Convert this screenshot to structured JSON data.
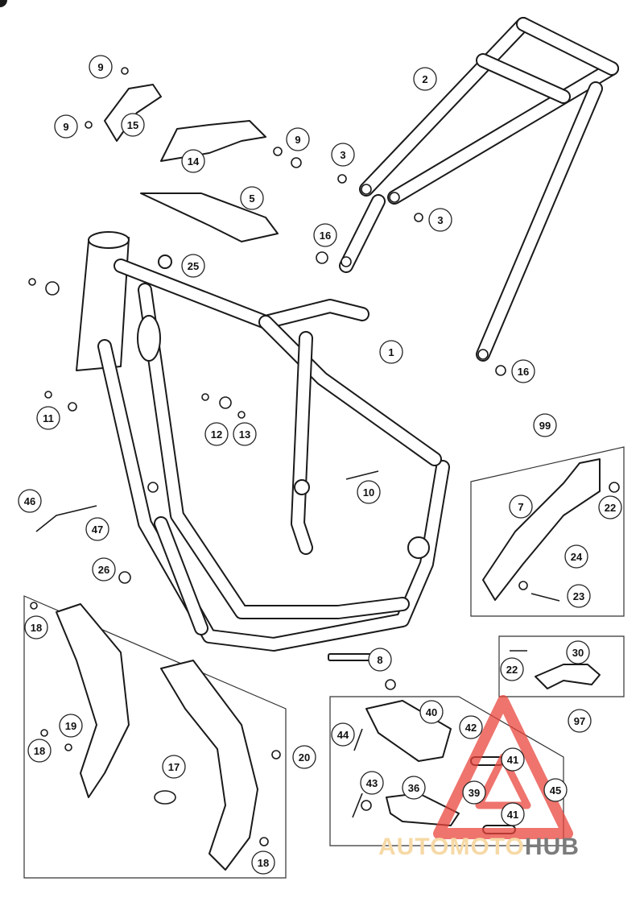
{
  "callouts": [
    {
      "id": "c-9a",
      "label": "9"
    },
    {
      "id": "c-2",
      "label": "2"
    },
    {
      "id": "c-9b",
      "label": "9"
    },
    {
      "id": "c-15",
      "label": "15"
    },
    {
      "id": "c-14",
      "label": "14"
    },
    {
      "id": "c-9c",
      "label": "9"
    },
    {
      "id": "c-3a",
      "label": "3"
    },
    {
      "id": "c-5",
      "label": "5"
    },
    {
      "id": "c-3b",
      "label": "3"
    },
    {
      "id": "c-16a",
      "label": "16"
    },
    {
      "id": "c-25",
      "label": "25"
    },
    {
      "id": "c-1",
      "label": "1"
    },
    {
      "id": "c-16b",
      "label": "16"
    },
    {
      "id": "c-11",
      "label": "11"
    },
    {
      "id": "c-12",
      "label": "12"
    },
    {
      "id": "c-13",
      "label": "13"
    },
    {
      "id": "c-99",
      "label": "99"
    },
    {
      "id": "c-10",
      "label": "10"
    },
    {
      "id": "c-7",
      "label": "7"
    },
    {
      "id": "c-22a",
      "label": "22"
    },
    {
      "id": "c-46",
      "label": "46"
    },
    {
      "id": "c-47",
      "label": "47"
    },
    {
      "id": "c-24",
      "label": "24"
    },
    {
      "id": "c-26",
      "label": "26"
    },
    {
      "id": "c-23",
      "label": "23"
    },
    {
      "id": "c-18a",
      "label": "18"
    },
    {
      "id": "c-8",
      "label": "8"
    },
    {
      "id": "c-30",
      "label": "30"
    },
    {
      "id": "c-22b",
      "label": "22"
    },
    {
      "id": "c-97",
      "label": "97"
    },
    {
      "id": "c-40",
      "label": "40"
    },
    {
      "id": "c-19",
      "label": "19"
    },
    {
      "id": "c-44",
      "label": "44"
    },
    {
      "id": "c-42",
      "label": "42"
    },
    {
      "id": "c-18b",
      "label": "18"
    },
    {
      "id": "c-20",
      "label": "20"
    },
    {
      "id": "c-41a",
      "label": "41"
    },
    {
      "id": "c-17",
      "label": "17"
    },
    {
      "id": "c-43",
      "label": "43"
    },
    {
      "id": "c-36",
      "label": "36"
    },
    {
      "id": "c-39",
      "label": "39"
    },
    {
      "id": "c-45",
      "label": "45"
    },
    {
      "id": "c-41b",
      "label": "41"
    },
    {
      "id": "c-18c",
      "label": "18"
    }
  ],
  "watermark": {
    "part1": "AUTOMOTO",
    "part2": "HUB",
    "color_light": "#f6d9a6",
    "color_dark": "#7b7b7b",
    "triangle_color": "#e8463c"
  }
}
